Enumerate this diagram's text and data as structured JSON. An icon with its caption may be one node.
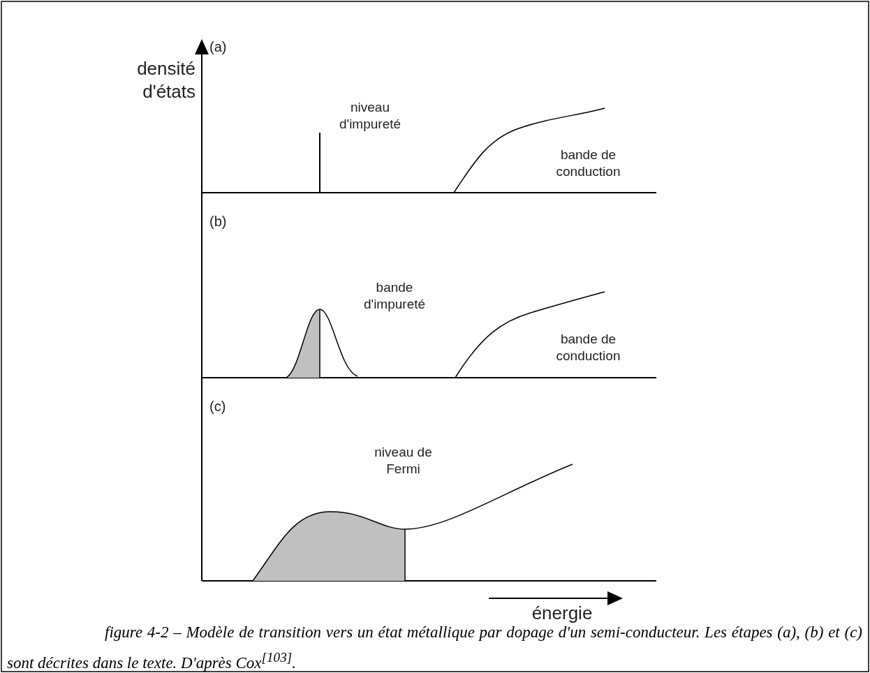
{
  "diagram": {
    "caption": "figure 4-2 – Modèle de transition vers un état métallique par dopage d'un semi-conducteur. Les étapes (a), (b) et (c) sont décrites dans le texte. D'après Cox$^{[103]}$.",
    "labels": [
      "densité d'états",
      "(a)",
      "niveau d'impureté",
      "bande de conduction",
      "(b)",
      "bande d'impureté",
      "bande de conduction",
      "(c)",
      "niveau de Fermi",
      "énergie"
    ]
  }
}
